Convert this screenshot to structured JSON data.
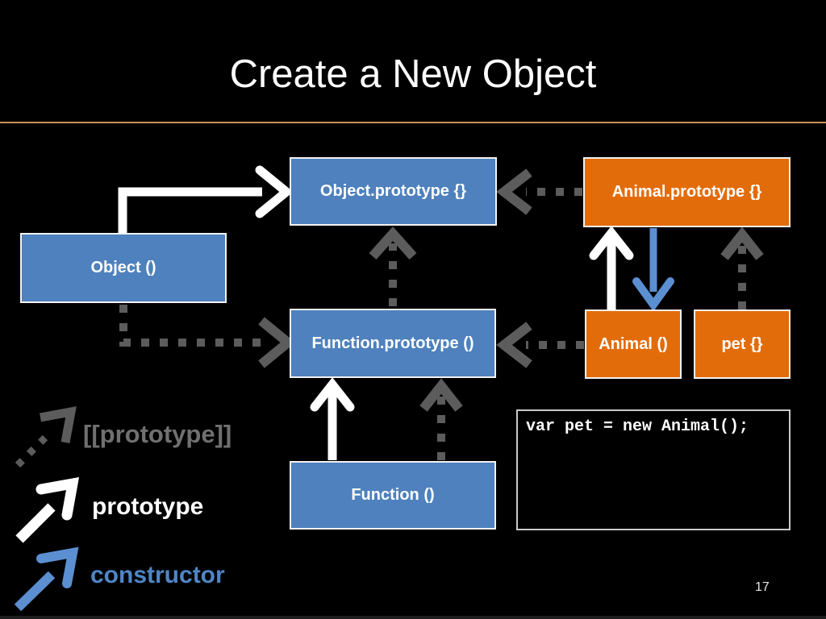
{
  "slide": {
    "title": "Create a New Object",
    "page_number": "17"
  },
  "colors": {
    "background": "#000000",
    "blue_box": "#4E81BD",
    "orange_box": "#E36C0A",
    "box_border": "#F2F2F2",
    "white_arrow": "#FFFFFF",
    "gray_arrow": "#5C5C5C",
    "blue_arrow": "#5B8FD2",
    "title_underline": "#C9905A",
    "legend_gray_text": "#707070",
    "legend_white_text": "#FFFFFF",
    "legend_blue_text": "#4E86C6",
    "code_border": "#C9C9C9"
  },
  "diagram": {
    "nodes": [
      {
        "id": "object_prototype",
        "label": "Object.prototype {}",
        "type": "blue"
      },
      {
        "id": "animal_prototype",
        "label": "Animal.prototype {}",
        "type": "orange"
      },
      {
        "id": "object_fn",
        "label": "Object ()",
        "type": "blue"
      },
      {
        "id": "function_prototype",
        "label": "Function.prototype ()",
        "type": "blue"
      },
      {
        "id": "animal_fn",
        "label": "Animal ()",
        "type": "orange"
      },
      {
        "id": "pet_obj",
        "label": "pet {}",
        "type": "orange"
      },
      {
        "id": "function_fn",
        "label": "Function ()",
        "type": "blue"
      }
    ],
    "edges": [
      {
        "from": "Object ()",
        "to": "Object.prototype {}",
        "relation": "prototype"
      },
      {
        "from": "Object ()",
        "to": "Function.prototype ()",
        "relation": "[[prototype]]"
      },
      {
        "from": "Function.prototype ()",
        "to": "Object.prototype {}",
        "relation": "[[prototype]]"
      },
      {
        "from": "Animal.prototype {}",
        "to": "Object.prototype {}",
        "relation": "[[prototype]]"
      },
      {
        "from": "Animal ()",
        "to": "Function.prototype ()",
        "relation": "[[prototype]]"
      },
      {
        "from": "Animal ()",
        "to": "Animal.prototype {}",
        "relation": "prototype"
      },
      {
        "from": "Animal.prototype {}",
        "to": "Animal ()",
        "relation": "constructor"
      },
      {
        "from": "pet {}",
        "to": "Animal.prototype {}",
        "relation": "[[prototype]]"
      },
      {
        "from": "Function ()",
        "to": "Function.prototype ()",
        "relation": "prototype"
      },
      {
        "from": "Function ()",
        "to": "Function.prototype ()",
        "relation": "[[prototype]]"
      }
    ],
    "code": "var pet = new Animal();"
  },
  "legend": {
    "items": [
      {
        "label": "[[prototype]]",
        "arrow": "gray-dashed"
      },
      {
        "label": "prototype",
        "arrow": "white-solid"
      },
      {
        "label": "constructor",
        "arrow": "blue-solid"
      }
    ]
  }
}
